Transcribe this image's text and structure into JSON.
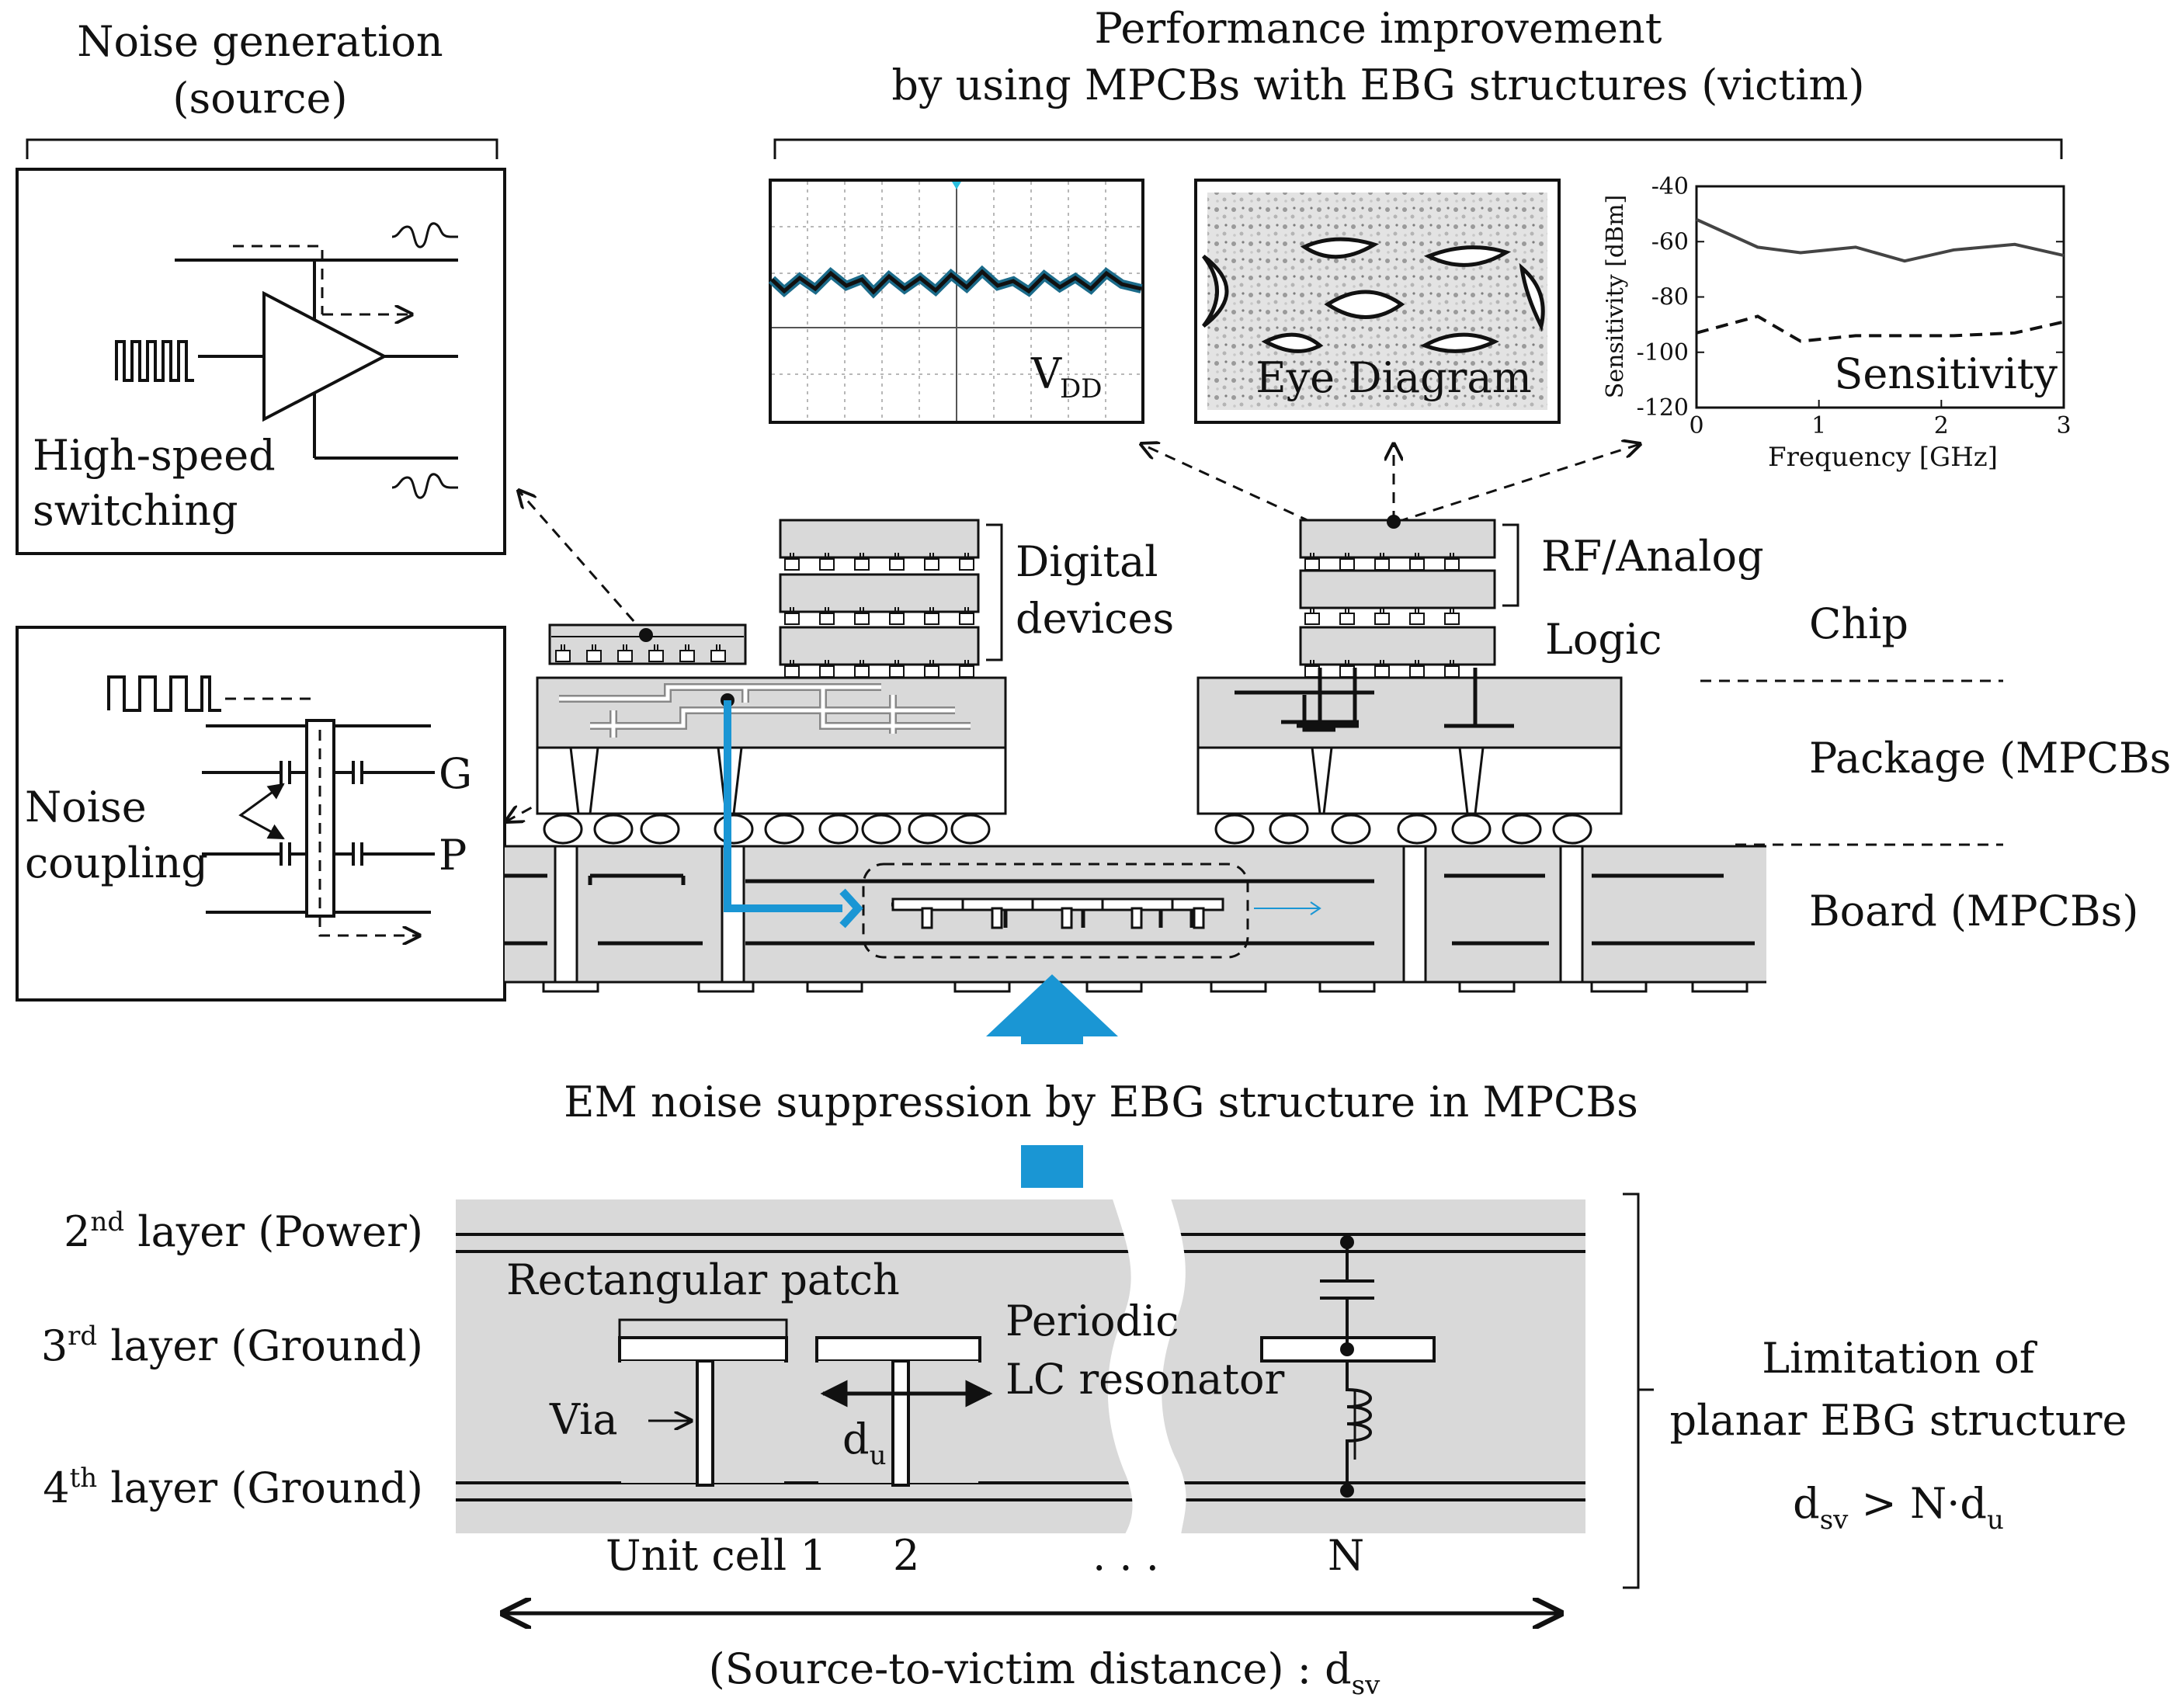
{
  "source_title": [
    "Noise generation",
    "(source)"
  ],
  "victim_title": [
    "Performance improvement",
    "by using MPCBs with EBG structures (victim)"
  ],
  "source_box": {
    "label_line1": "High-speed",
    "label_line2": "switching"
  },
  "coupling_box": {
    "label_line1": "Noise",
    "label_line2": "coupling",
    "g_label": "G",
    "p_label": "P"
  },
  "vdd_panel": {
    "label_main": "V",
    "label_sub": "DD"
  },
  "eye_panel": {
    "label": "Eye Diagram"
  },
  "sensitivity_chart": {
    "label": "Sensitivity",
    "ylabel": "Sensitivity [dBm]",
    "xlabel": "Frequency [GHz]",
    "y_ticks": [
      "-40",
      "-60",
      "-80",
      "-100",
      "-120"
    ],
    "x_ticks": [
      "0",
      "1",
      "2",
      "3"
    ]
  },
  "chart_data": {
    "type": "line",
    "title": "",
    "xlabel": "Frequency [GHz]",
    "ylabel": "Sensitivity [dBm]",
    "xlim": [
      0,
      3
    ],
    "ylim": [
      -120,
      -40
    ],
    "series": [
      {
        "style": "solid",
        "x": [
          0,
          0.5,
          0.85,
          1.3,
          1.7,
          2.1,
          2.6,
          3.0
        ],
        "y": [
          -52,
          -62,
          -64,
          -62,
          -67,
          -63,
          -61,
          -65
        ]
      },
      {
        "style": "dashed",
        "x": [
          0,
          0.5,
          0.85,
          1.3,
          1.7,
          2.1,
          2.6,
          3.0
        ],
        "y": [
          -93,
          -87,
          -96,
          -94,
          -94,
          -94,
          -93,
          -89
        ]
      }
    ]
  },
  "stack_labels": {
    "digital": [
      "Digital",
      "devices"
    ],
    "rf": "RF/Analog",
    "logic": "Logic",
    "chip": "Chip",
    "package": "Package (MPCBs)",
    "board": "Board (MPCBs)"
  },
  "suppression_label": "EM noise suppression by EBG structure in MPCBs",
  "cross_section": {
    "layer2": {
      "ord": "2",
      "sup": "nd",
      "rest": " layer (Power)"
    },
    "layer3": {
      "ord": "3",
      "sup": "rd",
      "rest": " layer (Ground)"
    },
    "layer4": {
      "ord": "4",
      "sup": "th",
      "rest": " layer (Ground)"
    },
    "rect_patch": "Rectangular patch",
    "via": "Via",
    "du_main": "d",
    "du_sub": "u",
    "periodic": [
      "Periodic",
      "LC resonator"
    ],
    "unit1": "Unit cell 1",
    "unit2": "2",
    "dots": ".   .   .",
    "unitN": "N",
    "distance_main": "(Source-to-victim distance) : d",
    "distance_sub": "sv"
  },
  "limitation": {
    "line1": "Limitation of",
    "line2": "planar EBG structure",
    "f_d1": "d",
    "f_sv": "sv",
    "f_mid": " > N·d",
    "f_u": "u"
  },
  "colors": {
    "accent_blue": "#1a96d4",
    "panel_gray": "#d9d9d9",
    "line": "#111111"
  }
}
